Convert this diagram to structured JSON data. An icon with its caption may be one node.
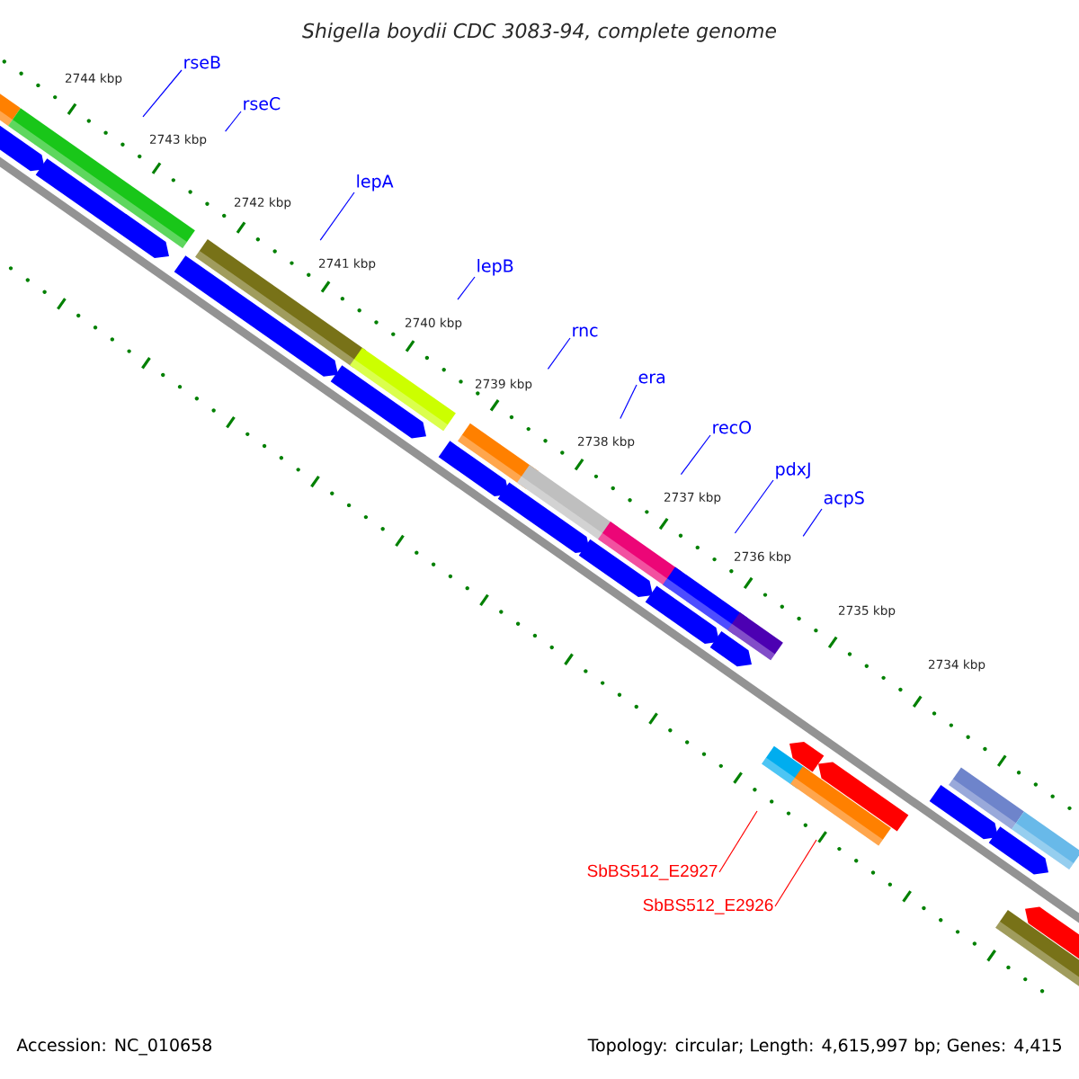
{
  "diagram": {
    "title": "Shigella boydii CDC 3083-94, complete genome",
    "nodes": [
      {
        "text": [
          "rseB"
        ]
      },
      {
        "text": [
          "rseC"
        ]
      },
      {
        "text": [
          "lepA"
        ]
      },
      {
        "text": [
          "lepB"
        ]
      },
      {
        "text": [
          "rnc"
        ]
      },
      {
        "text": [
          "era"
        ]
      },
      {
        "text": [
          "recO"
        ]
      },
      {
        "text": [
          "pdxJ"
        ]
      },
      {
        "text": [
          "acpS"
        ]
      },
      {
        "text": [
          "SbBS512_E2927"
        ]
      },
      {
        "text": [
          "SbBS512_E2926"
        ]
      }
    ],
    "edges": [
      {
        "from": 0,
        "to": null,
        "arrow": "none"
      },
      {
        "from": 1,
        "to": null,
        "arrow": "none"
      },
      {
        "from": 2,
        "to": null,
        "arrow": "none"
      },
      {
        "from": 3,
        "to": null,
        "arrow": "none"
      },
      {
        "from": 4,
        "to": null,
        "arrow": "none"
      },
      {
        "from": 5,
        "to": null,
        "arrow": "none"
      },
      {
        "from": 6,
        "to": null,
        "arrow": "none"
      },
      {
        "from": 7,
        "to": null,
        "arrow": "none"
      },
      {
        "from": 8,
        "to": null,
        "arrow": "none"
      },
      {
        "from": 9,
        "to": null,
        "arrow": "none",
        "color": "#ff0000"
      },
      {
        "from": 10,
        "to": null,
        "arrow": "none",
        "color": "#ff0000"
      }
    ],
    "labels": [
      "2744 kbp",
      "2743 kbp",
      "2742 kbp",
      "2741 kbp",
      "2740 kbp",
      "2739 kbp",
      "2738 kbp",
      "2737 kbp",
      "2736 kbp",
      "2735 kbp",
      "2734 kbp",
      "Accession: NC_010658",
      "Topology: circular; Length: 4,615,997 bp; Genes: 4,415"
    ]
  }
}
